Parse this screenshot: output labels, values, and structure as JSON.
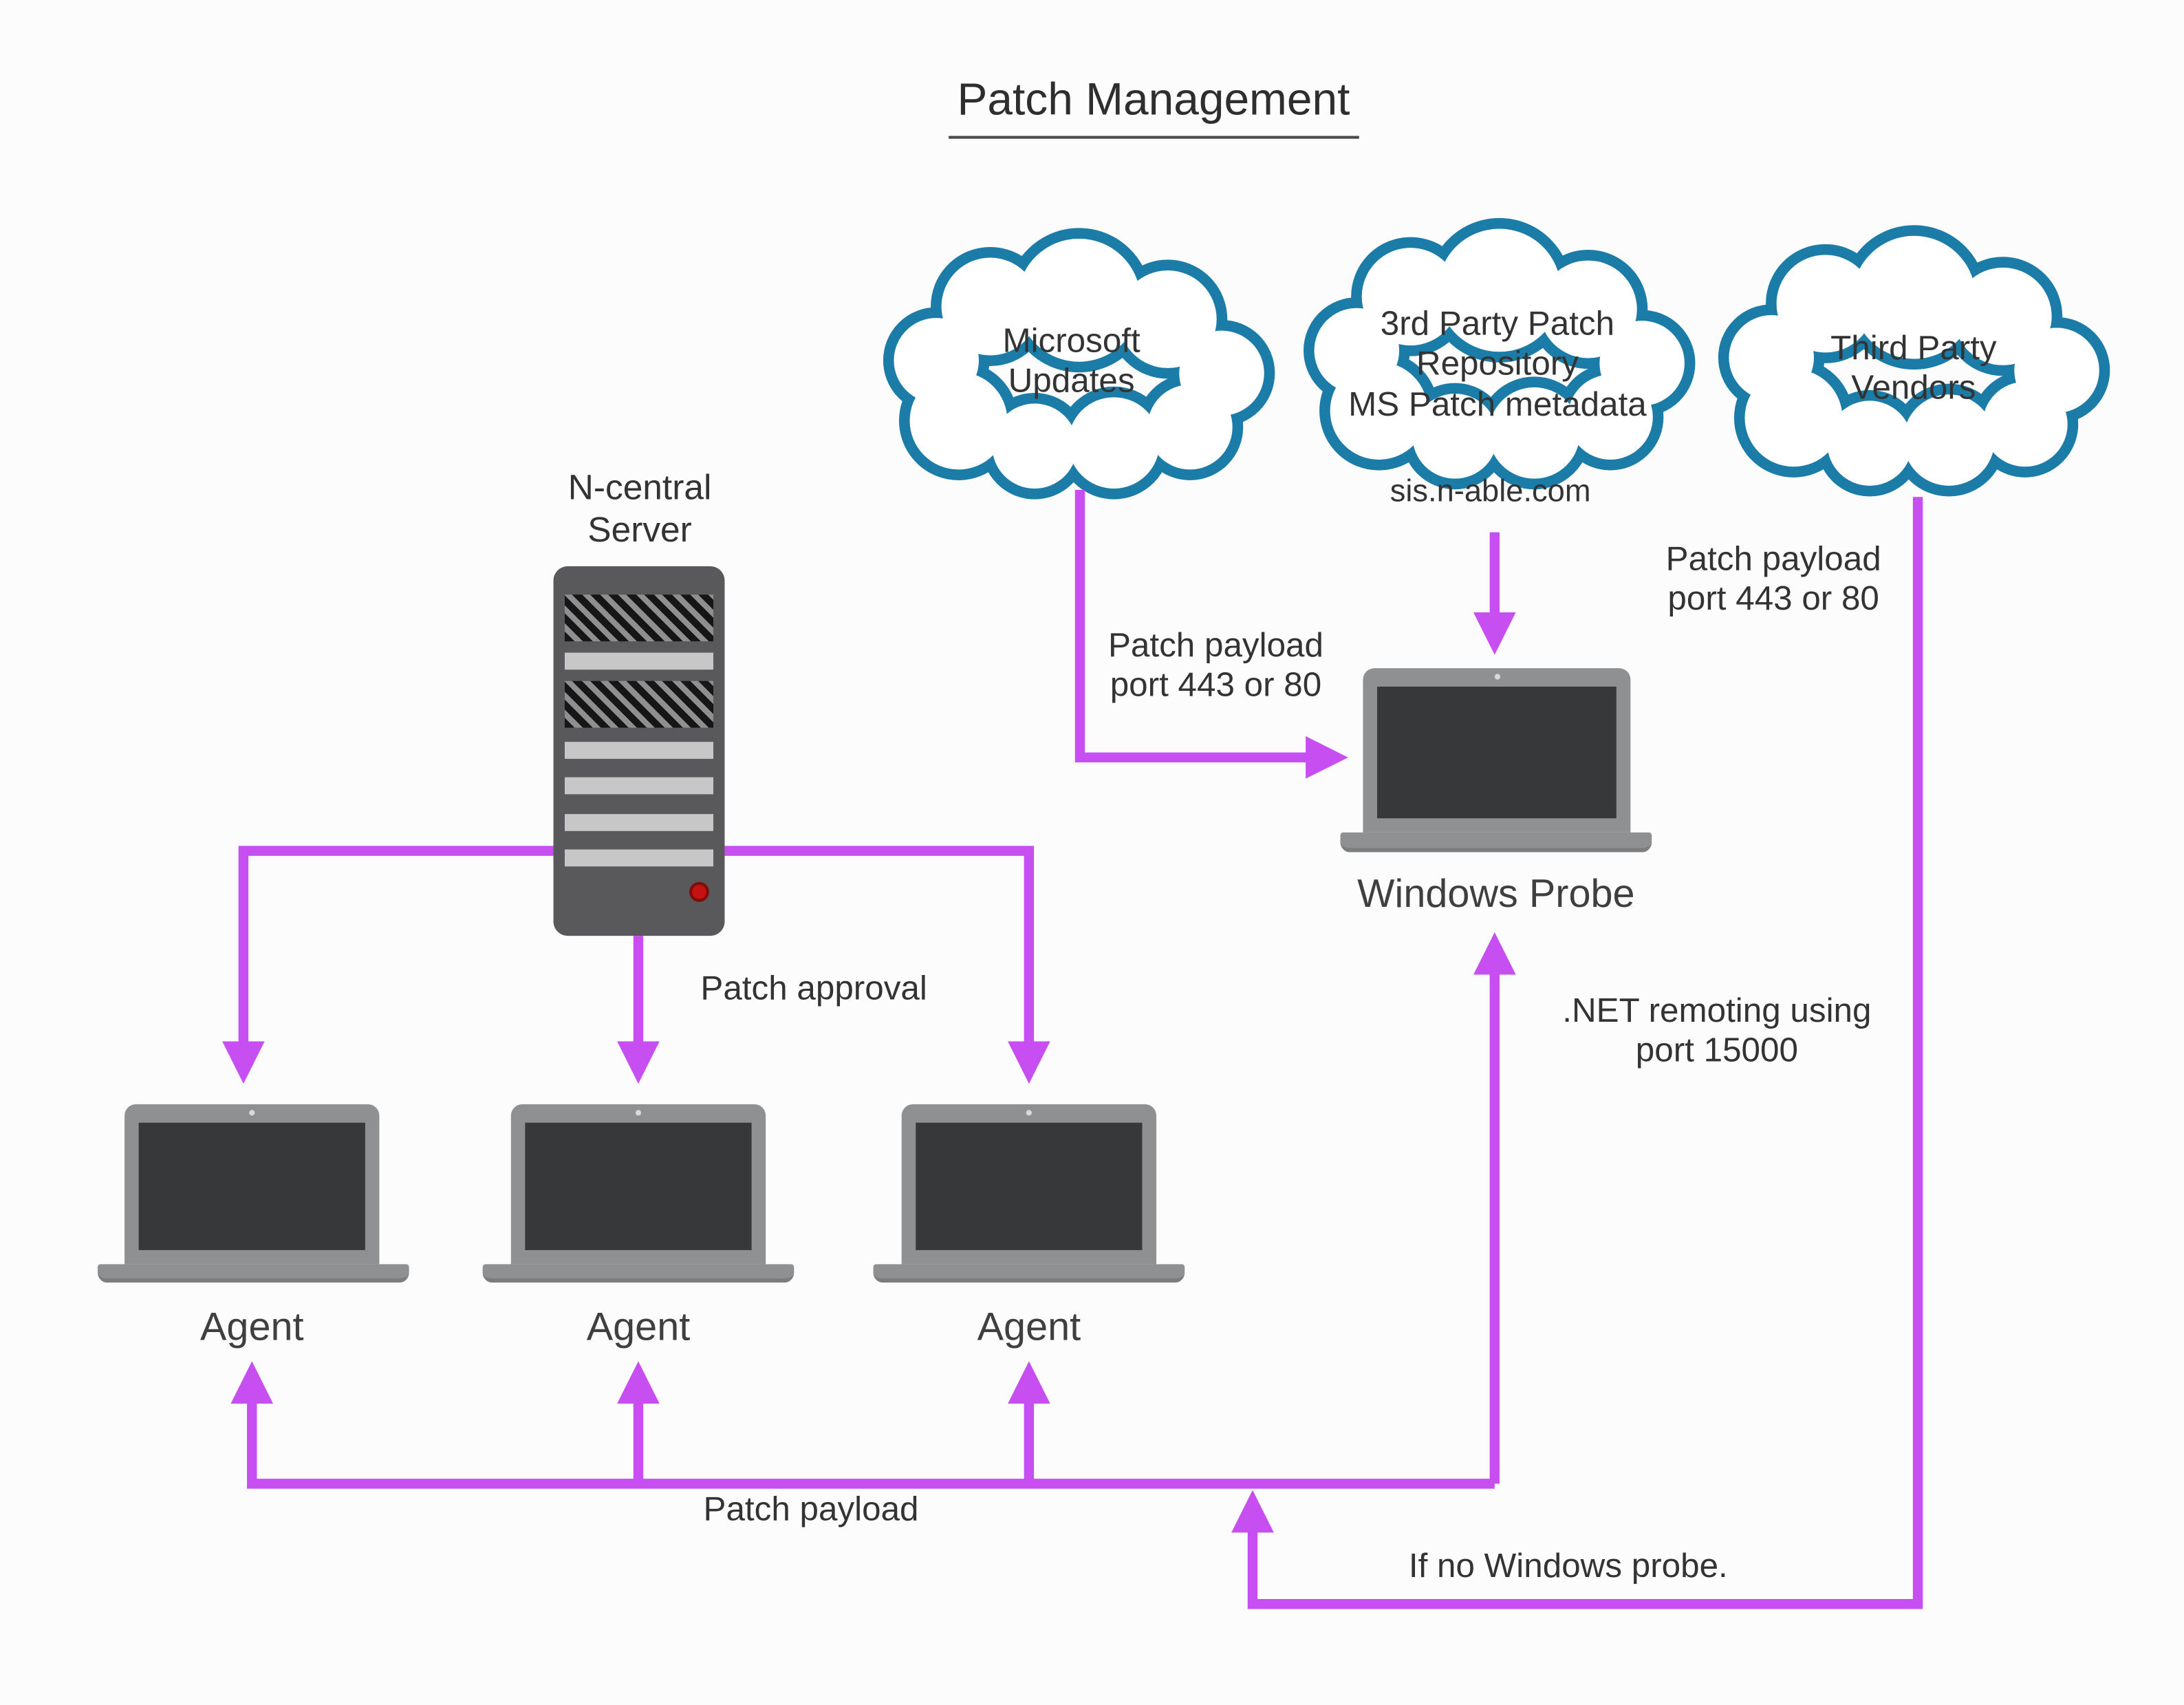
{
  "diagram": {
    "title": "Patch Management",
    "clouds": {
      "microsoft": "Microsoft\nUpdates",
      "third_party_repo": "3rd Party Patch\nRepository\nMS Patch metadata",
      "third_party_vendors": "Third Party\nVendors"
    },
    "nodes": {
      "ncentral_server": "N-central\nServer",
      "windows_probe": "Windows Probe",
      "agents": [
        "Agent",
        "Agent",
        "Agent"
      ]
    },
    "labels": {
      "sis_domain": "sis.n-able.com",
      "patch_payload_ports_left": "Patch payload\nport 443 or 80",
      "patch_payload_ports_right": "Patch payload\nport 443 or 80",
      "patch_approval": "Patch approval",
      "net_remoting": ".NET remoting using\nport 15000",
      "patch_payload_bottom": "Patch payload",
      "no_probe": "If no Windows probe."
    },
    "colors": {
      "arrow": "#c74ef0",
      "cloud_stroke": "#1b7ca8",
      "background": "#fcfcfc"
    }
  }
}
